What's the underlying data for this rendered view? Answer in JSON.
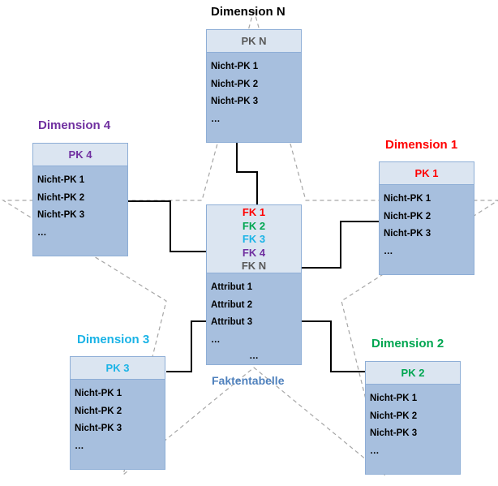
{
  "colors": {
    "dimension_1": "#ff0000",
    "dimension_2": "#00a651",
    "dimension_3": "#1ab3e6",
    "dimension_4": "#7030a0",
    "dimension_n": "#595959",
    "box_fill": "#a7bfde",
    "box_header_fill": "#dbe5f1",
    "fact_caption": "#4f81bd",
    "connector": "#000000",
    "star_outline": "#a6a6a6"
  },
  "dimension_n": {
    "title": "Dimension N",
    "pk": "PK N",
    "rows": [
      "Nicht-PK 1",
      "Nicht-PK 2",
      "Nicht-PK 3",
      "…"
    ]
  },
  "dimension_4": {
    "title": "Dimension 4",
    "pk": "PK 4",
    "rows": [
      "Nicht-PK 1",
      "Nicht-PK 2",
      "Nicht-PK 3",
      "…"
    ]
  },
  "dimension_1": {
    "title": "Dimension 1",
    "pk": "PK 1",
    "rows": [
      "Nicht-PK 1",
      "Nicht-PK 2",
      "Nicht-PK 3",
      "…"
    ]
  },
  "dimension_3": {
    "title": "Dimension 3",
    "pk": "PK 3",
    "rows": [
      "Nicht-PK 1",
      "Nicht-PK 2",
      "Nicht-PK 3",
      "…"
    ]
  },
  "dimension_2": {
    "title": "Dimension 2",
    "pk": "PK 2",
    "rows": [
      "Nicht-PK 1",
      "Nicht-PK 2",
      "Nicht-PK 3",
      "…"
    ]
  },
  "fact_table": {
    "caption": "Faktentabelle",
    "foreign_keys": [
      "FK 1",
      "FK 2",
      "FK 3",
      "FK 4",
      "FK N"
    ],
    "rows": [
      "Attribut 1",
      "Attribut 2",
      "Attribut 3",
      "…"
    ],
    "trailing_dots": "…"
  }
}
